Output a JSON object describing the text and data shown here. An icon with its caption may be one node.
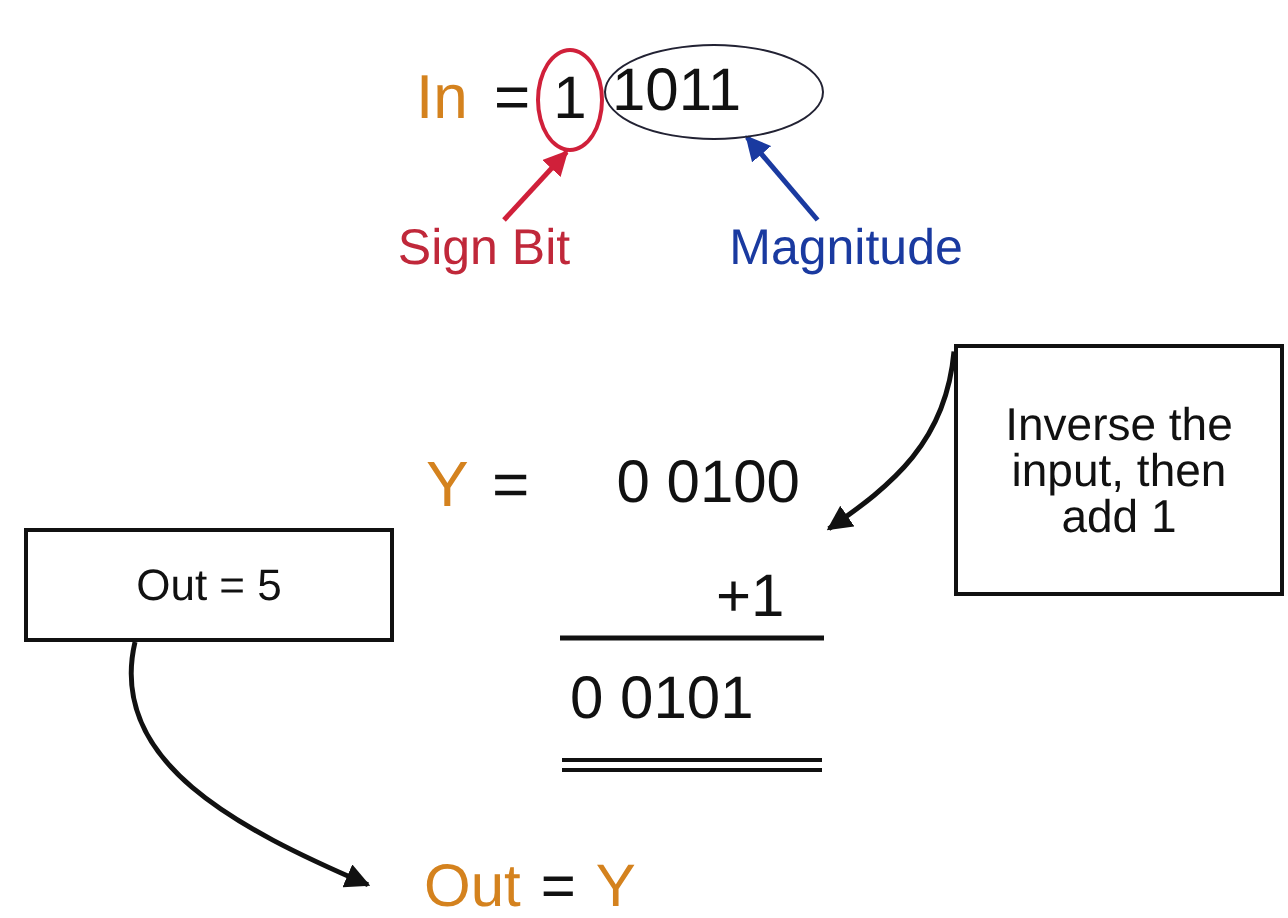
{
  "diagram": {
    "nodes": [
      {
        "text": [
          "1"
        ]
      },
      {
        "text": [
          "1011"
        ]
      },
      {
        "text": [
          "Sign Bit"
        ]
      },
      {
        "text": [
          "Magnitude"
        ]
      },
      {
        "text": [
          "Inverse the input, then add 1"
        ]
      },
      {
        "text": [
          "0 0100"
        ]
      },
      {
        "text": [
          "Out = 5"
        ]
      },
      {
        "text": [
          "Out",
          "=",
          "Y"
        ]
      }
    ],
    "edges": [
      {
        "from": 2,
        "to": 0,
        "arrow": "to",
        "color": "#d0203a"
      },
      {
        "from": 3,
        "to": 1,
        "arrow": "to",
        "color": "#1a3aa0"
      },
      {
        "from": 4,
        "to": 5,
        "arrow": "to"
      },
      {
        "from": 6,
        "to": 7,
        "arrow": "to"
      }
    ],
    "labels": [
      "In",
      "=",
      "Y",
      "=",
      "+1",
      "0 0101"
    ]
  }
}
